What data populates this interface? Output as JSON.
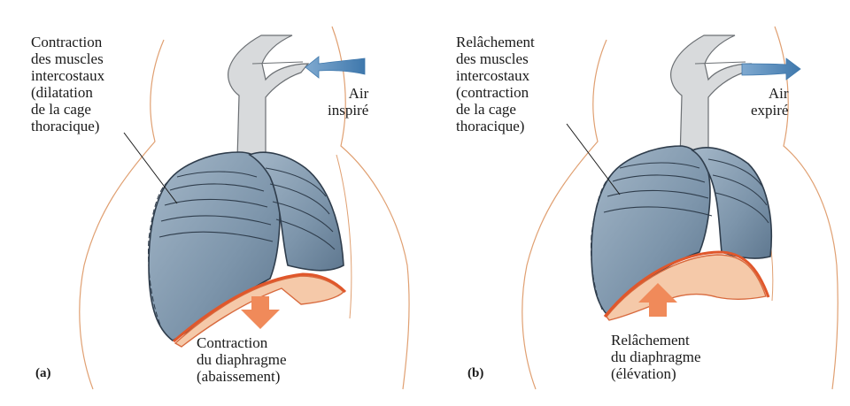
{
  "panels": [
    {
      "tag": "(a)",
      "muscle_label": "Contraction\ndes muscles\nintercostaux\n(dilatation\nde la cage\nthoracique)",
      "air_label": "Air\ninspiré",
      "diaphragm_label": "Contraction\ndu diaphragme\n(abaissement)",
      "air_direction": "in",
      "diaphragm_arrow": "down"
    },
    {
      "tag": "(b)",
      "muscle_label": "Relâchement\ndes muscles\nintercostaux\n(contraction\nde la cage\nthoracique)",
      "air_label": "Air\nexpiré",
      "diaphragm_label": "Relâchement\ndu diaphragme\n(élévation)",
      "air_direction": "out",
      "diaphragm_arrow": "up"
    }
  ],
  "colors": {
    "lung_fill": "#7d95ab",
    "lung_stroke": "#2f3d4c",
    "body_outline": "#e0a072",
    "airway_fill": "#d8dadc",
    "air_arrow": "#4f86b8",
    "diaphragm_arrow": "#f08a5a",
    "diaphragm": "#f5c9a9"
  }
}
